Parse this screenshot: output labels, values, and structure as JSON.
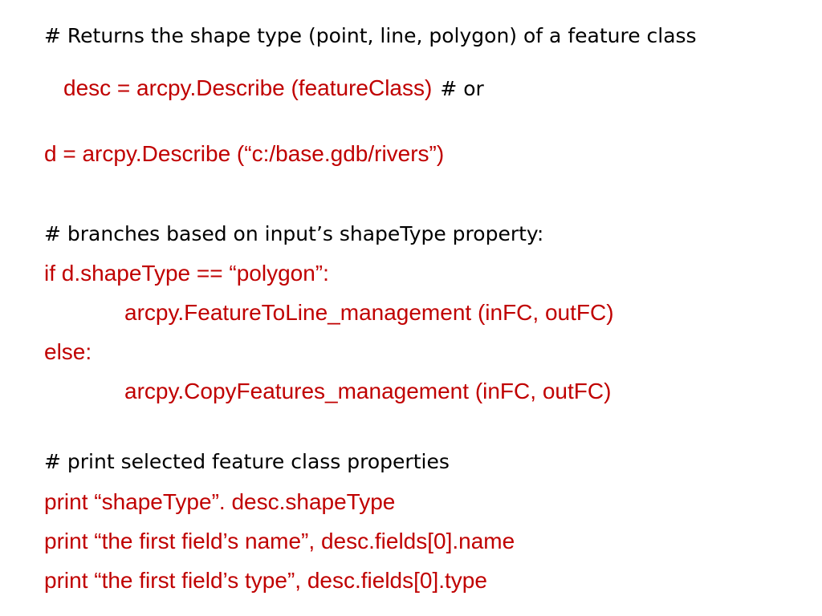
{
  "lines": {
    "comment_shape": "# Returns the shape type (point, line, polygon) of a feature class",
    "desc_assign": "desc = arcpy.Describe (featureClass)",
    "or_comment": "# or",
    "d_assign": "d = arcpy.Describe (“c:/base.gdb/rivers”)",
    "comment_branch": "# branches based on input’s shapeType property:",
    "if_stmt": "if d.shapeType == “polygon”:",
    "feature_to_line": "arcpy.FeatureToLine_management (inFC, outFC)",
    "else_stmt": "else:",
    "copy_features": "arcpy.CopyFeatures_management (inFC, outFC)",
    "comment_print": "# print selected feature class properties",
    "print_shape": "print “shapeType”. desc.shapeType",
    "print_name": "print “the first field’s name”, desc.fields[0].name",
    "print_type": "print “the first field’s type”, desc.fields[0].type"
  },
  "colors": {
    "code": "#c00000",
    "comment": "#000000",
    "background": "#ffffff"
  }
}
